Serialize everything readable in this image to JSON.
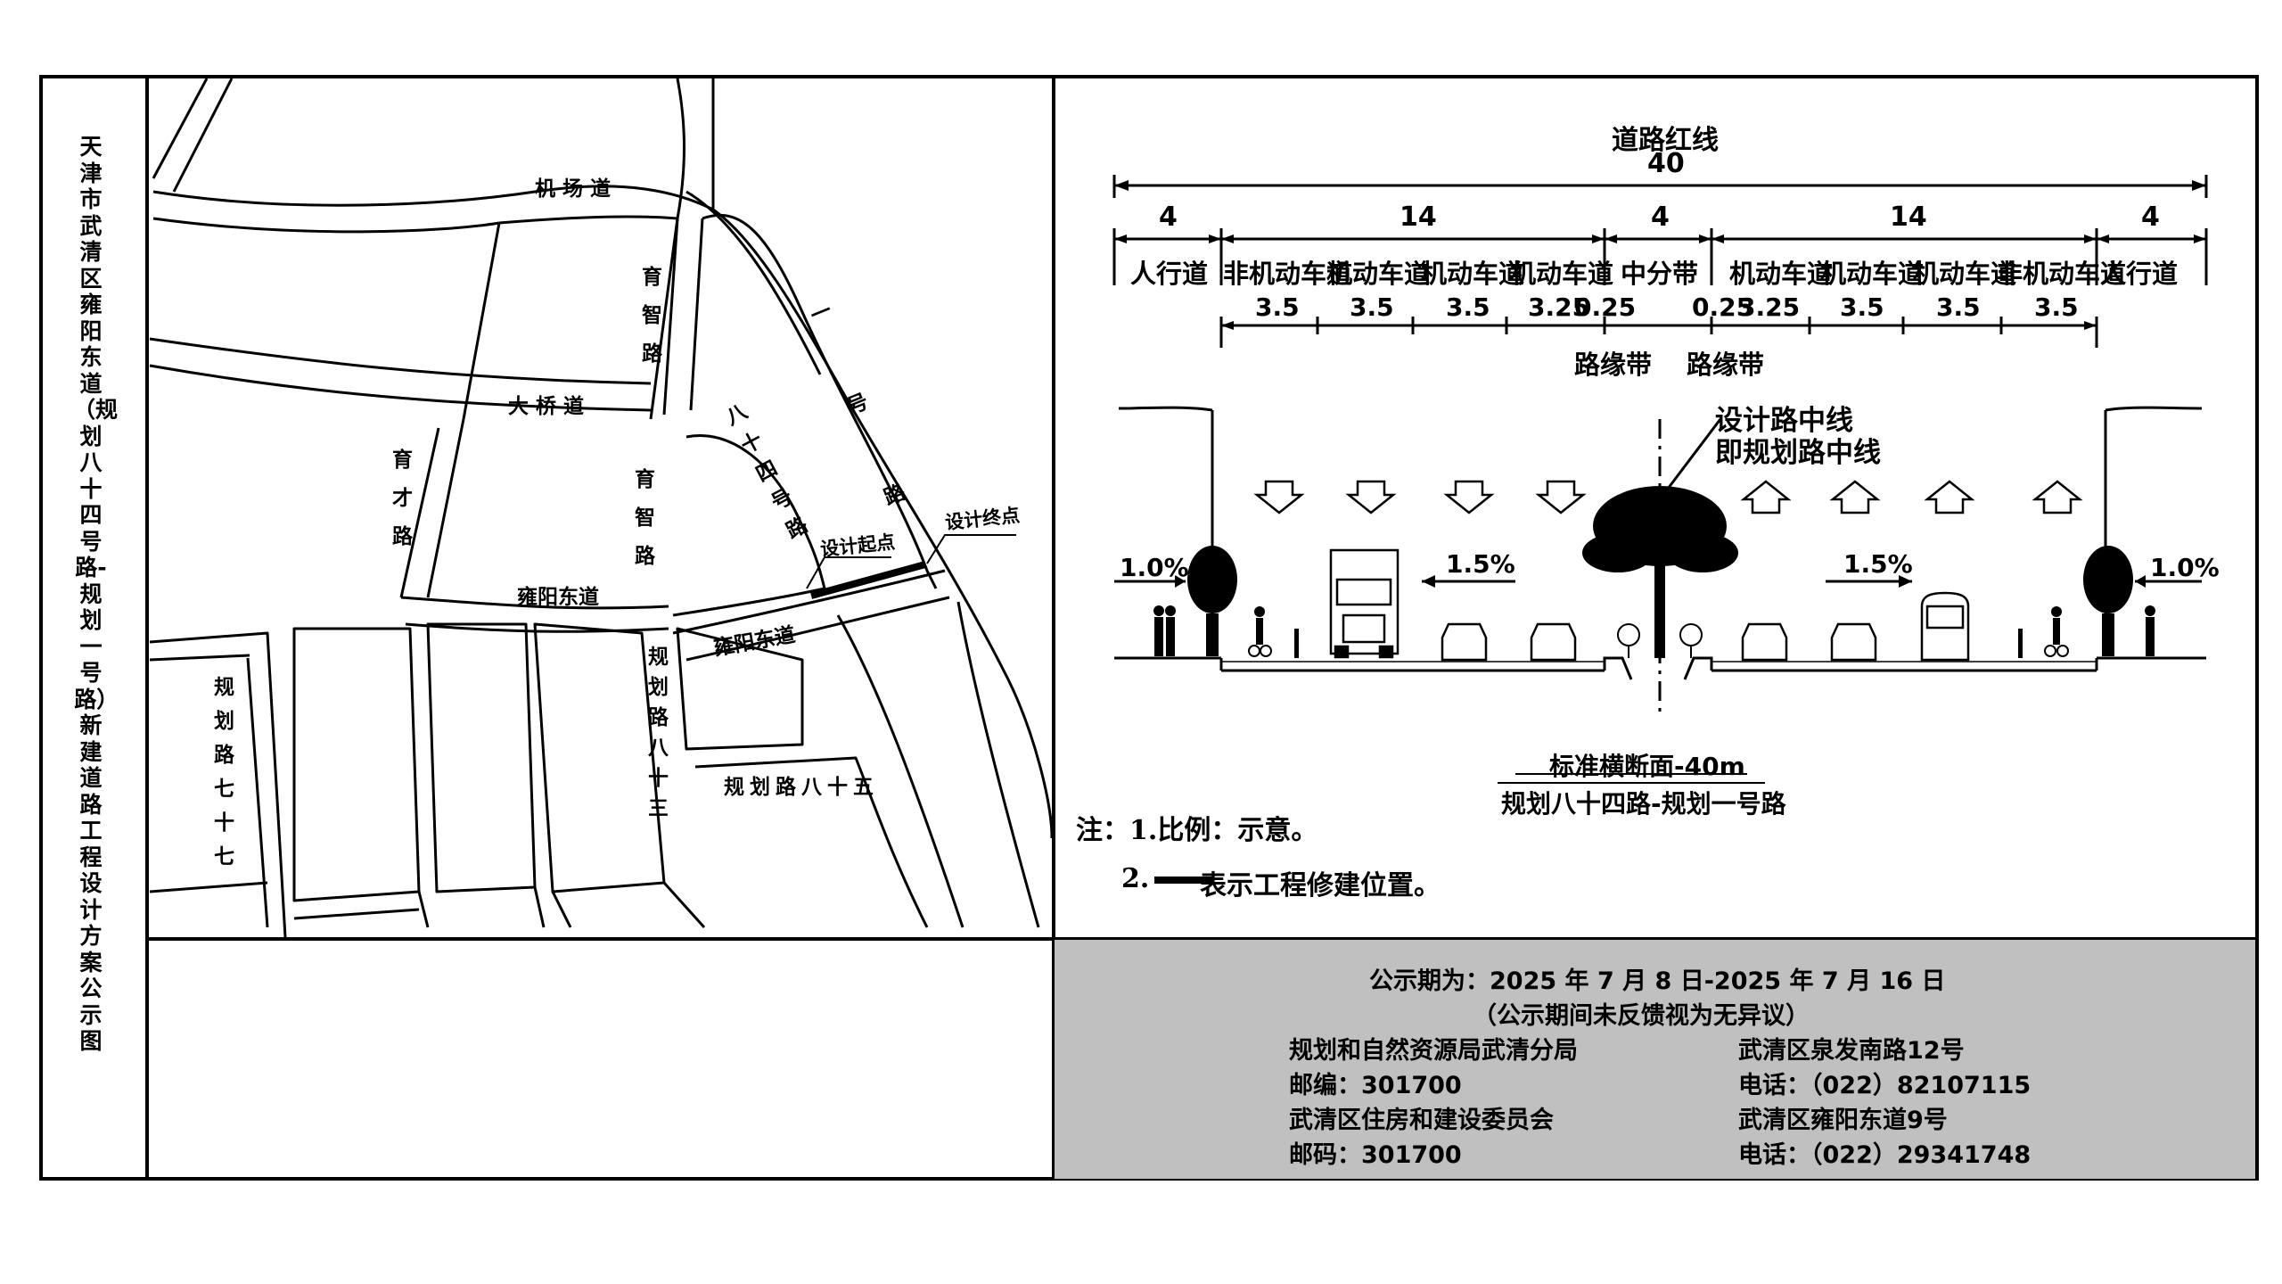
{
  "side_title": "天津市武清区雍阳东道（规划八十四号路-规划一号路）新建道路工程设计方案公示图",
  "map": {
    "roads": {
      "jichang": "机 场 道",
      "yuzhi_top": "育智路",
      "daqiao": "大 桥 道",
      "yucai": "育才路",
      "yuzhi_mid": "育智路",
      "yongyang_left": "雍阳东道",
      "road84": "八十四号路",
      "road1": "一号路",
      "yongyang_right": "雍阳东道",
      "road83": "规划路八十三",
      "road77": "规划路七十七",
      "road85": "规划路八十五"
    },
    "start_label": "设计起点",
    "end_label": "设计终点"
  },
  "section": {
    "red_line_label": "道路红线",
    "total_width": "40",
    "group_widths": [
      "4",
      "14",
      "4",
      "14",
      "4"
    ],
    "lane_names": [
      "人行道",
      "非机动车道",
      "机动车道",
      "机动车道",
      "中分带",
      "机动车道",
      "机动车道",
      "非机动车道",
      "人行道"
    ],
    "lane_names_mid_left": "机动车道",
    "lane_names_mid_right": "机动车道",
    "sub_widths_left": [
      "3.5",
      "3.5",
      "3.5",
      "3.25",
      "0.25"
    ],
    "sub_widths_right": [
      "0.25",
      "3.25",
      "3.5",
      "3.5",
      "3.5"
    ],
    "curb_left": "路缘带",
    "curb_right": "路缘带",
    "centerline_1": "设计路中线",
    "centerline_2": "即规划路中线",
    "slope_outer_left": "1.0%",
    "slope_inner_left": "1.5%",
    "slope_inner_right": "1.5%",
    "slope_outer_right": "1.0%",
    "caption_1": "标准横断面-40m",
    "caption_2": "规划八十四路-规划一号路"
  },
  "notes": {
    "note_1": "注：1.比例：示意。",
    "note_2_prefix": "2.",
    "note_2_text": "表示工程修建位置。"
  },
  "announcement": {
    "period": "公示期为：2025 年 7 月 8 日-2025 年 7 月 16 日",
    "remark": "（公示期间未反馈视为无异议）",
    "org1": "规划和自然资源局武清分局",
    "org1_postcode": "邮编：301700",
    "org1_address": "武清区泉发南路12号",
    "org1_phone": "电话：（022）82107115",
    "org2": "武清区住房和建设委员会",
    "org2_postcode": "邮码：301700",
    "org2_address": "武清区雍阳东道9号",
    "org2_phone": "电话：（022）29341748"
  },
  "colors": {
    "panel_gray": "#c0c0c0",
    "line": "#000000"
  }
}
